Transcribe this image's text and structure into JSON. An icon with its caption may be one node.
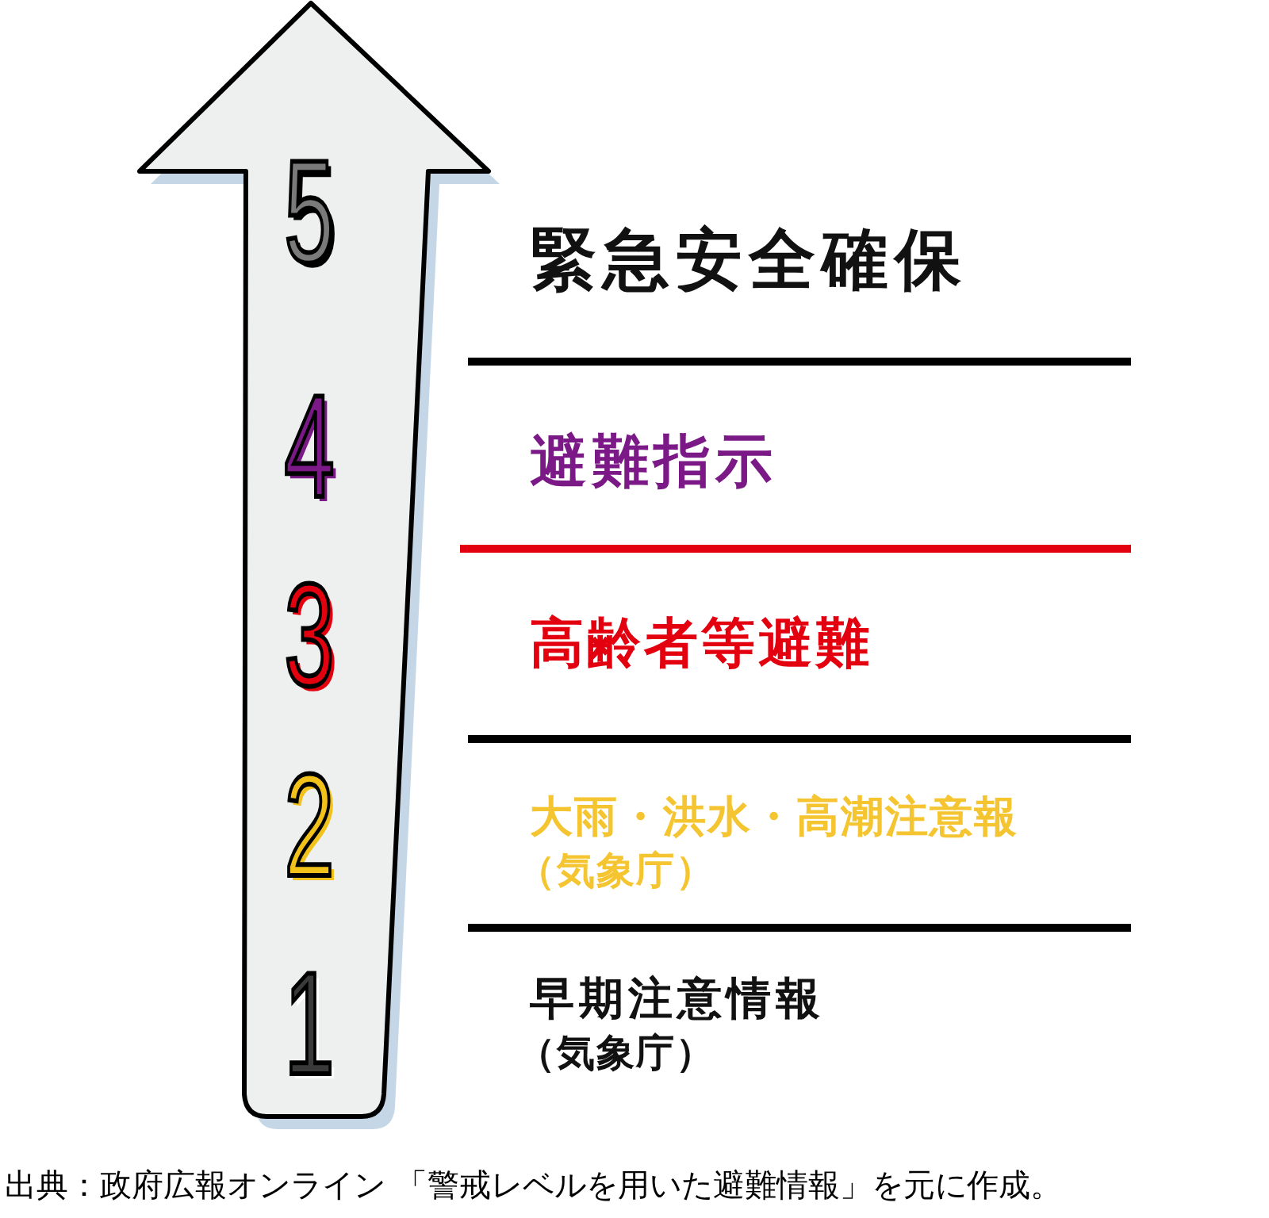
{
  "diagram": {
    "caption": "出典：政府広報オンライン 「警戒レベルを用いた避難情報」を元に作成。",
    "nodes": [
      {
        "text": [
          "5",
          "4",
          "3",
          "2",
          "1"
        ]
      }
    ],
    "labels": [
      "緊急安全確保",
      "避難指示",
      "高齢者等避難",
      "大雨・洪水・高潮注意報",
      "（気象庁）",
      "早期注意情報",
      "（気象庁）"
    ]
  }
}
